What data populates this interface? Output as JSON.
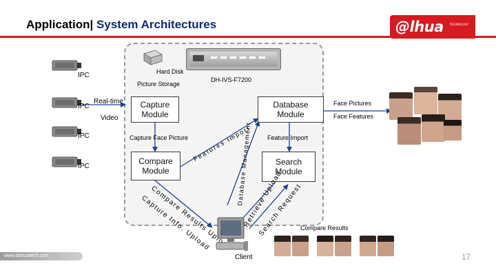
{
  "header": {
    "title_main": "Application|",
    "title_sub": " System Architectures",
    "logo_text": "@lhua",
    "logo_tagline": "TECHNOLOGY"
  },
  "server": {
    "name": "DH-IVS-F7200",
    "hard_disk": "Hard Disk",
    "picture_storage": "Picture Storage"
  },
  "ipc": {
    "labels": [
      "IPC",
      "IPC",
      "IPC",
      "IPC"
    ],
    "realtime": "Real-time",
    "video": "Video"
  },
  "modules": {
    "capture": "Capture Module",
    "database": "Database Module",
    "compare": "Compare Module",
    "search": "Search Module"
  },
  "flows": {
    "capture_face_picture": "Capture Face Picture",
    "feature_import_left": "Features Import",
    "database_management": "Database Management",
    "feature_import_right": "Feature Import",
    "face_pictures": "Face Pictures",
    "face_features": "Face Features",
    "compare_results_upload": "Compare Results Upload",
    "capture_info_upload": "Capture Info. Upload",
    "retrieve_upload": "Retrieve Upload",
    "search_request": "Search Request",
    "compare_results": "Compare Results"
  },
  "client": {
    "label": "Client"
  },
  "footer": {
    "url": "www.dahuatech.com",
    "page": "17"
  },
  "colors": {
    "brand_red": "#d71920",
    "title_navy": "#0b2b73"
  }
}
